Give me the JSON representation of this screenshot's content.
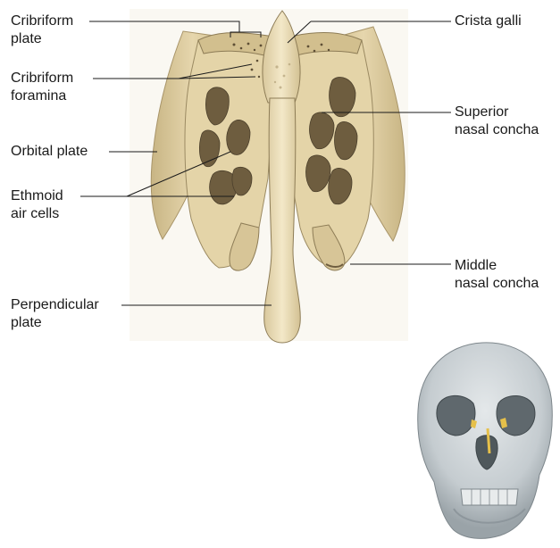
{
  "labels": {
    "cribriform_plate": [
      "Cribriform",
      "plate"
    ],
    "crista_galli": [
      "Crista galli"
    ],
    "cribriform_foramina": [
      "Cribriform",
      "foramina"
    ],
    "superior_nasal_concha": [
      "Superior",
      "nasal concha"
    ],
    "orbital_plate": [
      "Orbital plate"
    ],
    "ethmoid_air_cells": [
      "Ethmoid",
      "air cells"
    ],
    "middle_nasal_concha": [
      "Middle",
      "nasal concha"
    ],
    "perpendicular_plate": [
      "Perpendicular",
      "plate"
    ]
  },
  "colors": {
    "bone_light": "#eee1bd",
    "bone_mid": "#d8c79c",
    "bone_dark": "#9b8a62",
    "cavity": "#6e5d3f",
    "leader": "#1a1a1a",
    "skull": "#cfd4d7",
    "skull_shadow": "#8d969c",
    "ethmoid_highlight": "#e6c04a"
  }
}
